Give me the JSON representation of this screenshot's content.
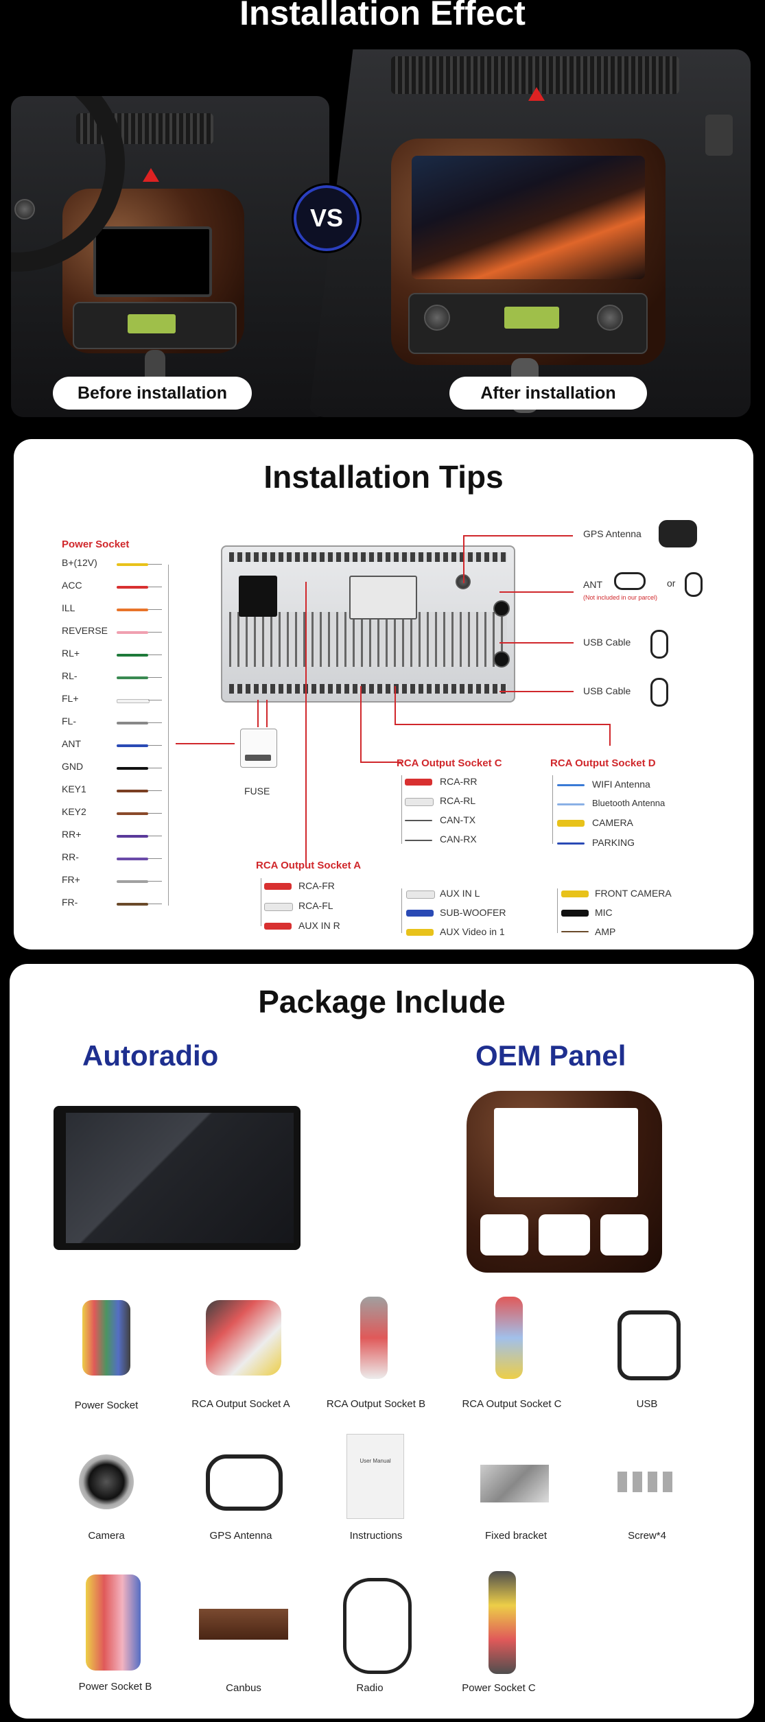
{
  "effect": {
    "title": "Installation Effect",
    "before_label": "Before installation",
    "after_label": "After installation",
    "vs_label": "VS"
  },
  "tips": {
    "title": "Installation Tips",
    "power_socket": {
      "heading": "Power Socket",
      "wires": [
        {
          "label": "B+(12V)",
          "color": "#e8c21a"
        },
        {
          "label": "ACC",
          "color": "#d83030"
        },
        {
          "label": "ILL",
          "color": "#e8742a"
        },
        {
          "label": "REVERSE",
          "color": "#f0a0b0"
        },
        {
          "label": "RL+",
          "color": "#1e7a3a"
        },
        {
          "label": "RL-",
          "color": "#3a8a52"
        },
        {
          "label": "FL+",
          "color": "#f2f2f2"
        },
        {
          "label": "FL-",
          "color": "#888888"
        },
        {
          "label": "ANT",
          "color": "#2a4ab5"
        },
        {
          "label": "GND",
          "color": "#111111"
        },
        {
          "label": "KEY1",
          "color": "#7a3e22"
        },
        {
          "label": "KEY2",
          "color": "#8a4a2a"
        },
        {
          "label": "RR+",
          "color": "#5a3a9a"
        },
        {
          "label": "RR-",
          "color": "#6a4aa8"
        },
        {
          "label": "FR+",
          "color": "#a0a0a0"
        },
        {
          "label": "FR-",
          "color": "#6a4a2a"
        }
      ]
    },
    "fuse_label": "FUSE",
    "accessories": [
      {
        "label": "GPS Antenna"
      },
      {
        "label": "ANT",
        "note": "(Not included in our parcel)",
        "or": "or"
      },
      {
        "label": "USB Cable"
      },
      {
        "label": "USB Cable"
      }
    ],
    "socket_c": {
      "heading": "RCA Output Socket C",
      "items": [
        "RCA-RR",
        "RCA-RL",
        "CAN-TX",
        "CAN-RX"
      ]
    },
    "socket_d": {
      "heading": "RCA Output Socket D",
      "items": [
        "WIFI Antenna",
        "Bluetooth Antenna",
        "CAMERA",
        "PARKING"
      ]
    },
    "socket_a": {
      "heading": "RCA Output Socket A",
      "items": [
        "RCA-FR",
        "RCA-FL",
        "AUX IN R"
      ]
    },
    "aux_group": [
      "AUX IN L",
      "SUB-WOOFER",
      "AUX Video in 1"
    ],
    "cam_group": [
      "FRONT CAMERA",
      "MIC",
      "AMP"
    ]
  },
  "package": {
    "title": "Package Include",
    "autoradio_label": "Autoradio",
    "oem_label": "OEM Panel",
    "items_row1": [
      "Power Socket",
      "RCA Output Socket A",
      "RCA Output Socket B",
      "RCA Output Socket C",
      "USB"
    ],
    "items_row2": [
      "Camera",
      "GPS Antenna",
      "Instructions",
      "Fixed bracket",
      "Screw*4"
    ],
    "items_row3": [
      "Power Socket B",
      "Canbus",
      "Radio",
      "Power Socket C"
    ],
    "manual_text": "User Manual"
  }
}
